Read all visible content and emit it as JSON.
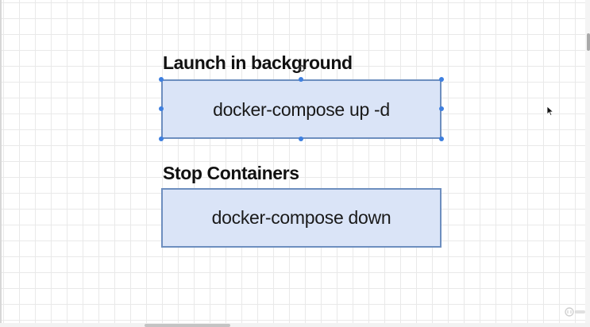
{
  "diagram": {
    "blocks": [
      {
        "heading": "Launch in background",
        "command": "docker-compose up -d",
        "selected": true
      },
      {
        "heading": "Stop Containers",
        "command": "docker-compose down",
        "selected": false
      }
    ]
  },
  "colors": {
    "box_fill": "#dae4f7",
    "box_border": "#6d8ebf",
    "selection_handle": "#3d7fe0",
    "grid_line": "#e9e9e9",
    "background": "#ffffff"
  },
  "icons": {
    "rotate_handle": "rotate-icon",
    "pointer": "mouse-cursor-icon",
    "watermark": "watermark-logo-icon"
  }
}
